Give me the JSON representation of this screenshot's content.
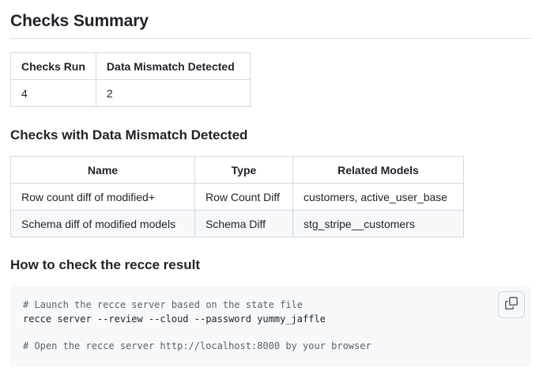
{
  "summary": {
    "title": "Checks Summary",
    "headers": [
      "Checks Run",
      "Data Mismatch Detected"
    ],
    "row": [
      "4",
      "2"
    ]
  },
  "mismatch": {
    "title": "Checks with Data Mismatch Detected",
    "headers": [
      "Name",
      "Type",
      "Related Models"
    ],
    "rows": [
      [
        "Row count diff of modified+",
        "Row Count Diff",
        "customers, active_user_base"
      ],
      [
        "Schema diff of modified models",
        "Schema Diff",
        "stg_stripe__customers"
      ]
    ]
  },
  "howto": {
    "title": "How to check the recce result",
    "code": {
      "line1": "# Launch the recce server based on the state file",
      "line2": "recce server --review --cloud --password yummy_jaffle",
      "line3": "",
      "line4": "# Open the recce server http://localhost:8000 by your browser"
    },
    "copy_icon": "copy-icon"
  }
}
